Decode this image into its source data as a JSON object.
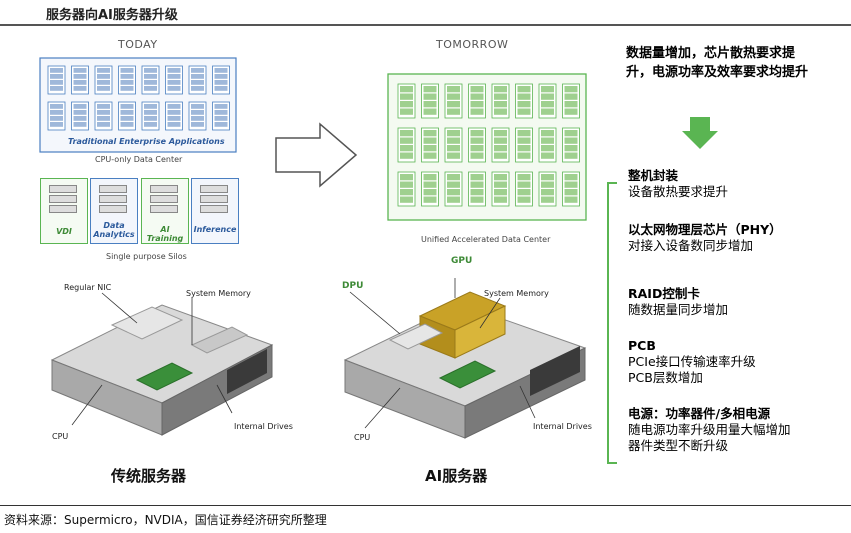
{
  "page_title": "服务器向AI服务器升级",
  "source": "资料来源：Supermicro，NVDIA，国信证券经济研究所整理",
  "today": {
    "header": "TODAY",
    "box1_banner": "Traditional Enterprise Applications",
    "box1_caption": "CPU-only Data Center",
    "silos": [
      "VDI",
      "Data Analytics",
      "AI Training",
      "Inference"
    ],
    "silos_caption": "Single purpose Silos",
    "server_labels": {
      "nic": "Regular NIC",
      "memory": "System Memory",
      "cpu": "CPU",
      "drives": "Internal Drives"
    },
    "server_title": "传统服务器"
  },
  "tomorrow": {
    "header": "TOMORROW",
    "caption": "Unified Accelerated Data Center",
    "server_labels": {
      "gpu": "GPU",
      "dpu": "DPU",
      "memory": "System Memory",
      "cpu": "CPU",
      "drives": "Internal Drives"
    },
    "server_title": "AI服务器"
  },
  "right_panel": {
    "top_note": "数据量增加，芯片散热要求提升，电源功率及效率要求均提升",
    "items": [
      {
        "heading": "整机封装",
        "lines": [
          "设备散热要求提升"
        ]
      },
      {
        "heading": "以太网物理层芯片（PHY）",
        "lines": [
          "对接入设备数同步增加"
        ]
      },
      {
        "heading": "RAID控制卡",
        "lines": [
          "随数据量同步增加"
        ]
      },
      {
        "heading": "PCB",
        "lines": [
          "PCIe接口传输速率升级",
          "PCB层数增加"
        ]
      },
      {
        "heading": "电源：功率器件/多相电源",
        "lines": [
          "随电源功率升级用量大幅增加",
          "器件类型不断升级"
        ]
      }
    ]
  },
  "colors": {
    "green": "#5ab552",
    "blue": "#4a7fc1",
    "gold": "#c9a227"
  }
}
